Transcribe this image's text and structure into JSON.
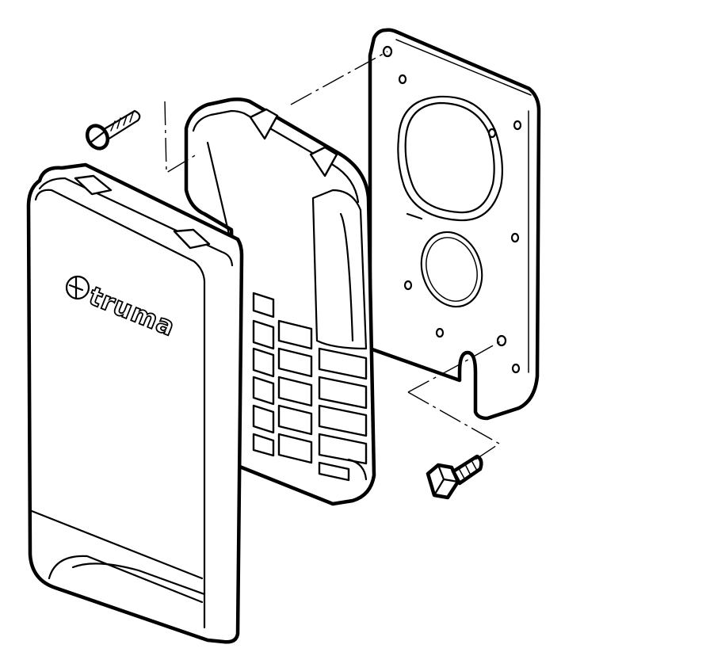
{
  "diagram": {
    "brand_logo_text": "truma",
    "colors": {
      "line": "#000000",
      "fill": "#ffffff",
      "background": "#ffffff"
    },
    "parts": [
      "wood-screw",
      "front-cover",
      "grille-frame",
      "mounting-plate",
      "hex-bolt"
    ]
  }
}
